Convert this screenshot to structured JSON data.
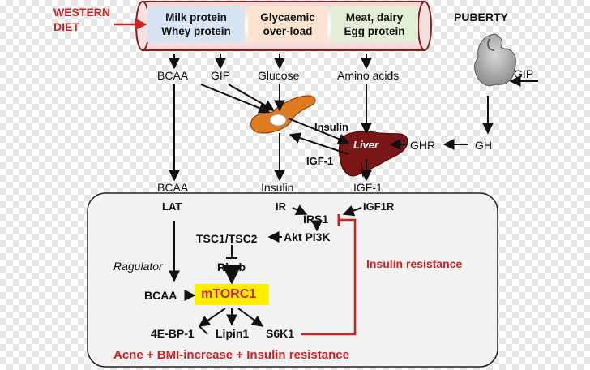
{
  "western_diet": [
    "WESTERN",
    "DIET"
  ],
  "puberty": "PUBERTY",
  "diet_boxes": [
    {
      "lines": [
        "Milk protein",
        "Whey protein"
      ],
      "color": "#d6e4f4"
    },
    {
      "lines": [
        "Glycaemic",
        "over-load"
      ],
      "color": "#fbe3cf"
    },
    {
      "lines": [
        "Meat, dairy",
        "Egg protein"
      ],
      "color": "#e2efd6"
    }
  ],
  "nutrients": {
    "bcaa": "BCAA",
    "gip": "GIP",
    "glucose": "Glucose",
    "amino_acids": "Amino acids"
  },
  "pituitary_gip": "GIP",
  "organ_labels": {
    "insulin": "Insulin",
    "liver": "Liver",
    "igf1": "IGF-1",
    "ghr": "GHR",
    "gh": "GH"
  },
  "circulating": {
    "bcaa": "BCAA",
    "insulin": "Insulin",
    "igf1": "IGF-1"
  },
  "receptors": {
    "lat": "LAT",
    "ir": "IR",
    "igf1r": "IGF1R"
  },
  "cell": {
    "irs1": "IRS1",
    "akt": "Akt PI3K",
    "tsc": "TSC1/TSC2",
    "rheb": "Rheb",
    "ragulator": "Ragulator",
    "bcaa": "BCAA",
    "mtorc1": "mTORC1",
    "targets": [
      "4E-BP-1",
      "Lipin1",
      "S6K1"
    ],
    "insulin_resistance": "Insulin resistance",
    "outcome": "Acne + BMI-increase + Insulin resistance"
  },
  "colors": {
    "red": "#cc2222",
    "mtorc1_fill": "#ffee00",
    "liver": "#7a1616",
    "pancreas": "#e07a20",
    "cell_fill": "#f2f2f2"
  }
}
